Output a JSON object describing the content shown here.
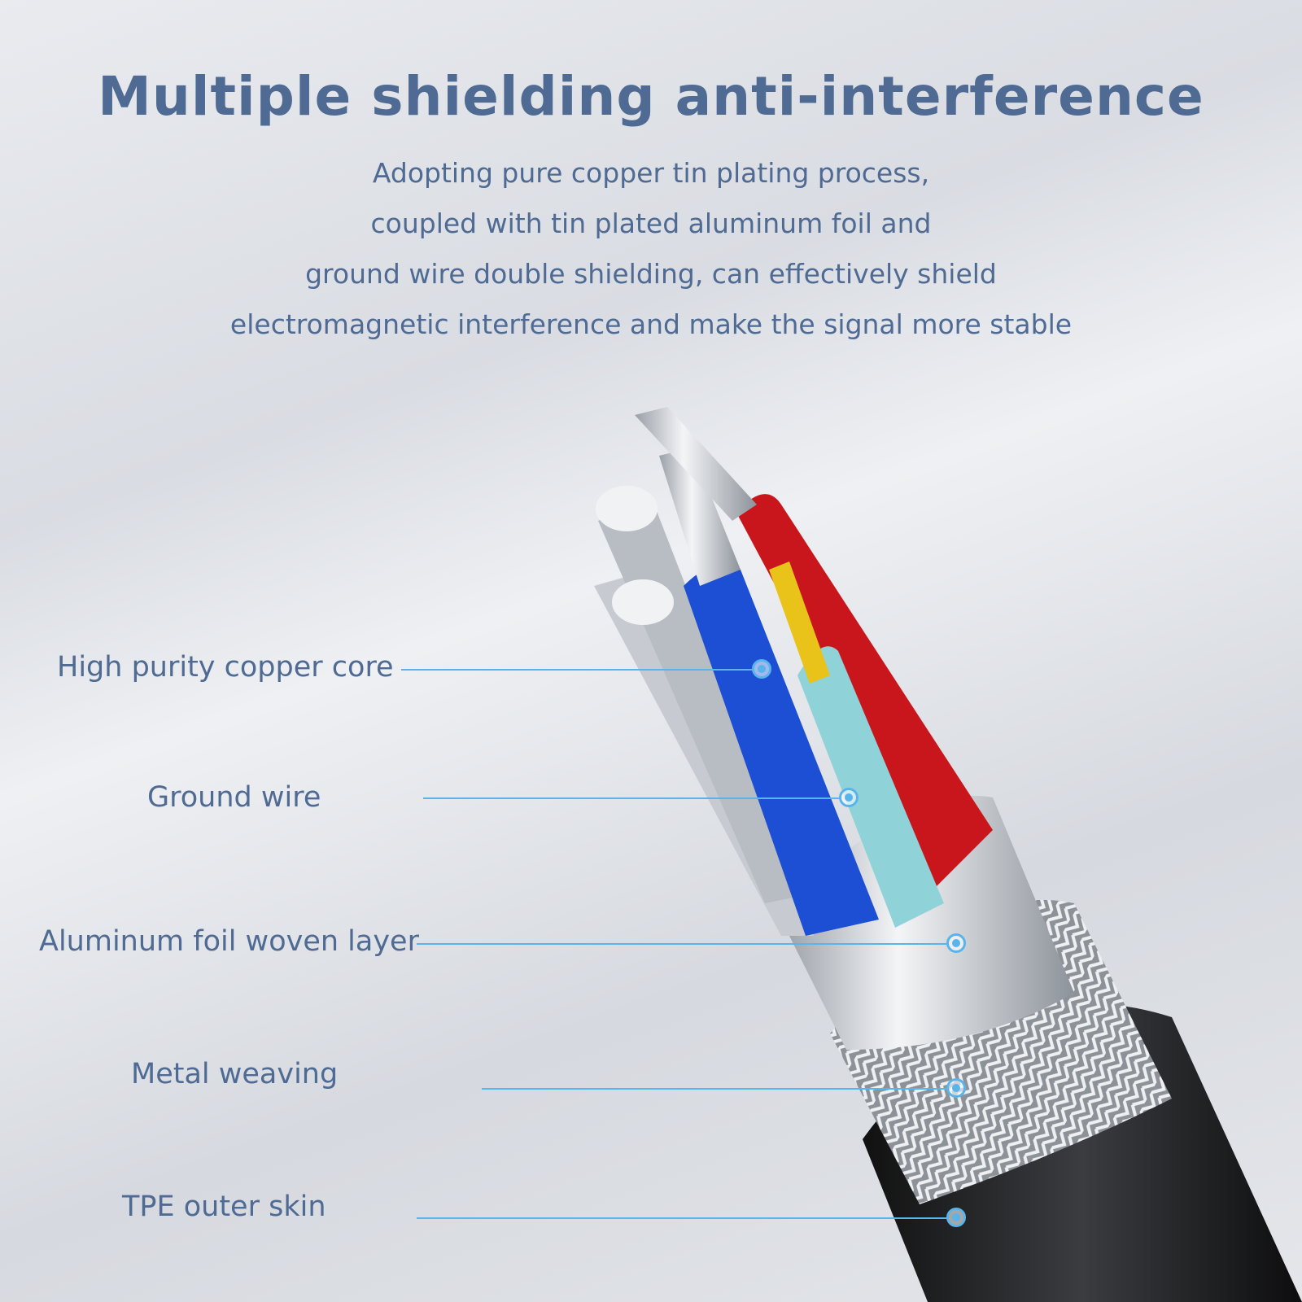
{
  "title": "Multiple shielding anti-interference",
  "description": [
    "Adopting pure copper tin plating process,",
    "coupled with tin plated aluminum foil and",
    "ground wire double shielding, can effectively shield",
    "electromagnetic interference and make the signal more stable"
  ],
  "callouts": [
    {
      "label": "High purity copper core"
    },
    {
      "label": "Ground wire"
    },
    {
      "label": "Aluminum foil woven layer"
    },
    {
      "label": "Metal weaving"
    },
    {
      "label": "TPE outer skin"
    }
  ],
  "colors": {
    "text": "#4f6a93",
    "callout_line": "#5ab4ec"
  }
}
